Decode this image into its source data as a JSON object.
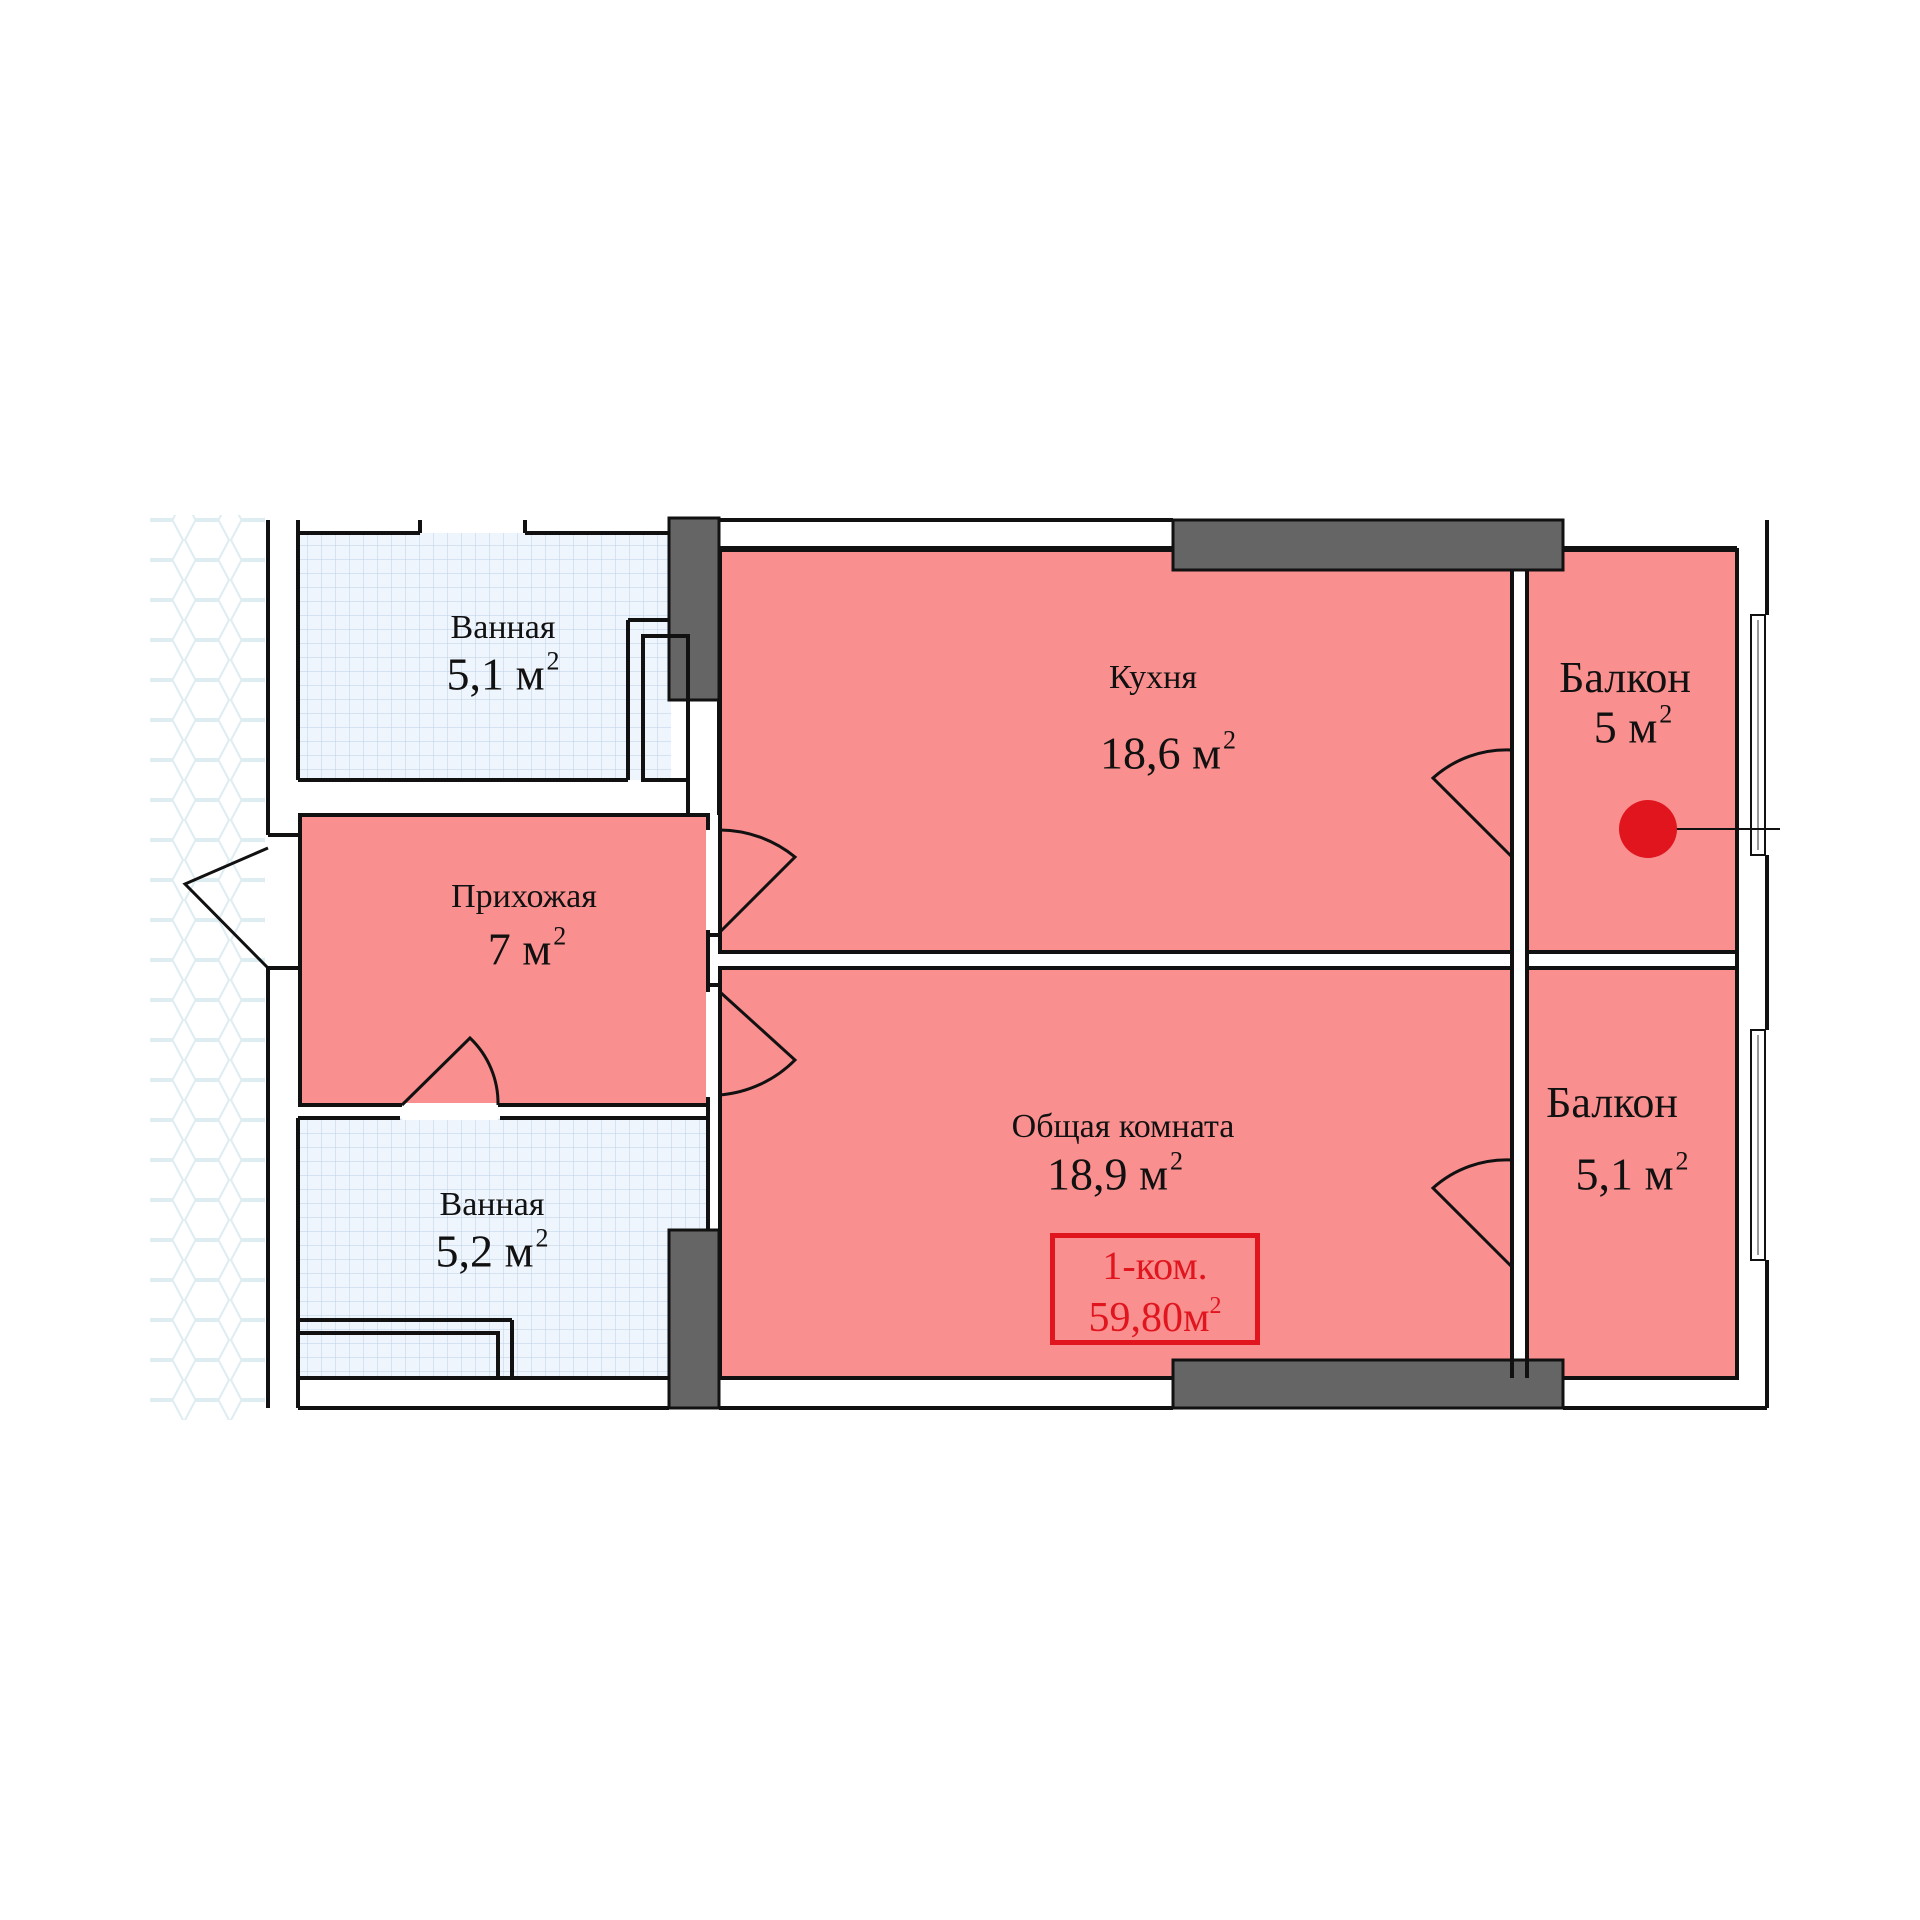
{
  "unit": "м",
  "unit_power": "2",
  "colors": {
    "room_fill": "#f98f8f",
    "tile_fill": "#e9f2fb",
    "wall_dark": "#656565",
    "line": "#111111",
    "accent": "#e0151e"
  },
  "rooms": {
    "bath_top": {
      "name": "Ванная",
      "area": "5,1 м"
    },
    "kitchen": {
      "name": "Кухня",
      "area": "18,6 м"
    },
    "balcony_top": {
      "name": "Балкон",
      "area": "5 м"
    },
    "hall": {
      "name": "Прихожая",
      "area": "7 м"
    },
    "living": {
      "name": "Общая комната",
      "area": "18,9 м"
    },
    "balcony_bottom": {
      "name": "Балкон",
      "area": "5,1 м"
    },
    "bath_bottom": {
      "name": "Ванная",
      "area": "5,2 м"
    }
  },
  "summary": {
    "type": "1-ком.",
    "total": "59,80м"
  },
  "marker": {
    "icon": "location-dot-icon"
  }
}
